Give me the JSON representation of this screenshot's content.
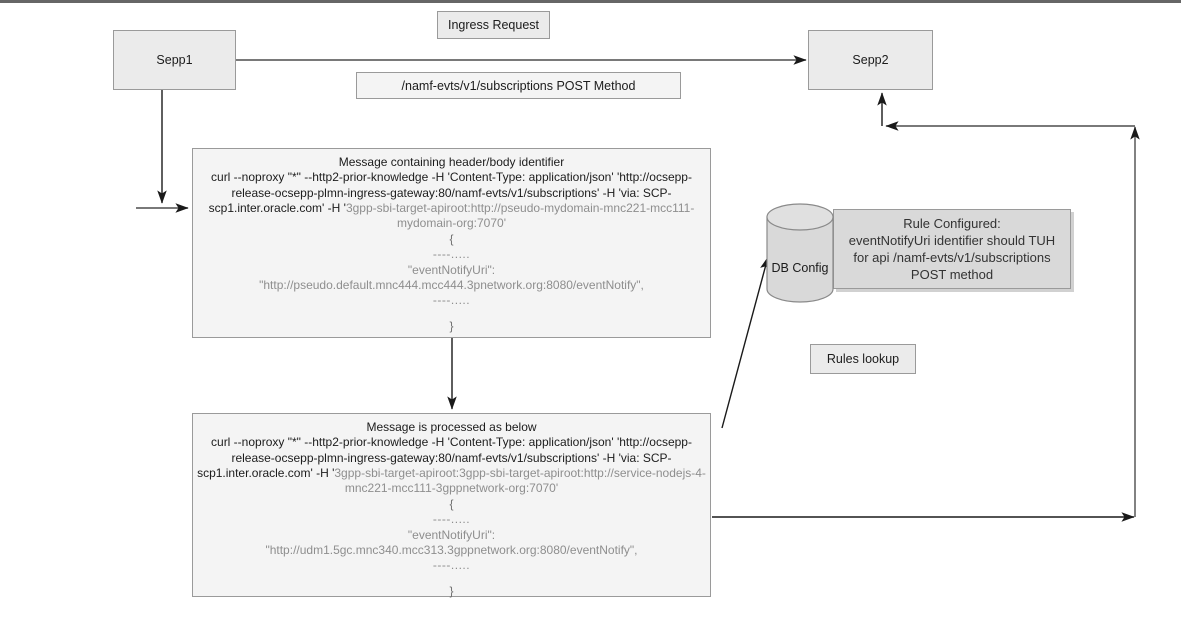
{
  "diagram": {
    "title_bar": "",
    "nodes": {
      "sepp1": {
        "label": "Sepp1"
      },
      "sepp2": {
        "label": "Sepp2"
      },
      "ingress_request": {
        "label": "Ingress Request"
      },
      "api_path": {
        "label": "/namf-evts/v1/subscriptions POST Method"
      },
      "rules_lookup": {
        "label": "Rules lookup"
      },
      "db_config": {
        "label": "DB Config"
      },
      "rule_configured": {
        "line1": "Rule Configured:",
        "line2": "eventNotifyUri identifier should TUH",
        "line3": "for api /namf-evts/v1/subscriptions",
        "line4": "POST method"
      },
      "message_in": {
        "title": "Message containing header/body identifier",
        "curl_black_1": "curl --noproxy \"*\" --http2-prior-knowledge -H 'Content-Type: application/json' 'http://ocsepp-release-ocsepp-plmn-ingress-gateway:80/namf-evts/v1/subscriptions'  -H 'via: SCP-scp1.inter.oracle.com' -H '",
        "curl_gray_1": "3gpp-sbi-target-apiroot:http://pseudo-mydomain-mnc221-mcc111-mydomain-org:7070'",
        "open_brace": "{",
        "ellipsis_top": "----.....",
        "key": "\"eventNotifyUri\":",
        "value": "\"http://pseudo.default.mnc444.mcc444.3pnetwork.org:8080/eventNotify\",",
        "ellipsis_bottom": "----.....",
        "close_brace": "}"
      },
      "message_out": {
        "title": "Message is processed as below",
        "curl_black_1": "curl --noproxy \"*\" --http2-prior-knowledge -H 'Content-Type: application/json' 'http://ocsepp-release-ocsepp-plmn-ingress-gateway:80/namf-evts/v1/subscriptions'  -H 'via: SCP-scp1.inter.oracle.com' -H '",
        "curl_gray_1": "3gpp-sbi-target-apiroot:3gpp-sbi-target-apiroot:http://service-nodejs-4-mnc221-mcc111-3gppnetwork-org:7070'",
        "open_brace": "{",
        "ellipsis_top": "----.....",
        "key": "\"eventNotifyUri\":",
        "value": "\"http://udm1.5gc.mnc340.mcc313.3gppnetwork.org:8080/eventNotify\",",
        "ellipsis_bottom": "----.....",
        "close_brace": "}"
      }
    },
    "colors": {
      "node_fill": "#ebebeb",
      "msg_fill": "#f4f4f4",
      "rule_fill": "#d9d9d9",
      "border": "#9a9a9a",
      "edge": "#4d4d4d",
      "gray_text": "#8e8e8e",
      "top_bar": "#666666"
    }
  }
}
